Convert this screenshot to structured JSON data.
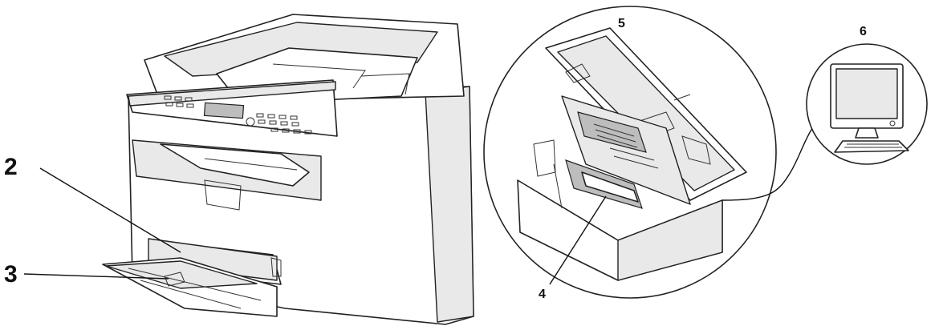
{
  "callouts": {
    "c2": "2",
    "c3": "3",
    "c4": "4",
    "c5": "5",
    "c6": "6"
  },
  "icons": [
    "printer-exterior-icon",
    "printer-open-interior-icon",
    "computer-icon"
  ]
}
